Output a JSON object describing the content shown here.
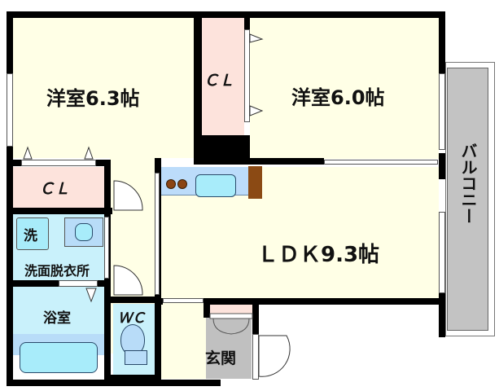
{
  "floorplan": {
    "rooms": {
      "western_room_1": {
        "label": "洋室6.3帖",
        "type": "Western-style room",
        "size_jo": 6.3
      },
      "western_room_2": {
        "label": "洋室6.0帖",
        "type": "Western-style room",
        "size_jo": 6.0
      },
      "closet_upper": {
        "label": "ＣＬ"
      },
      "closet_left": {
        "label": "ＣＬ"
      },
      "washroom": {
        "label": "洗面脱衣所"
      },
      "washing_machine": {
        "label": "洗"
      },
      "bathroom": {
        "label": "浴室"
      },
      "toilet": {
        "label": "ＷＣ"
      },
      "ldk": {
        "label": "ＬＤＫ9.3帖",
        "size_jo": 9.3
      },
      "entrance": {
        "label": "玄関"
      },
      "balcony": {
        "label": "バルコニー"
      }
    },
    "colors": {
      "room_fill": "#ffffe6",
      "closet_fill": "#fde3dc",
      "wet_area_fill": "#c9f1fb",
      "bath_fill": "#b8dcf8",
      "tub_fill": "#a8ecfa",
      "kitchen_counter": "#bcdcfa",
      "stove_burner": "#8b4513",
      "fridge": "#8b4a14",
      "entrance_floor": "#c0c0c0",
      "balcony_fill": "#c3c3c3",
      "wall": "#000000"
    }
  }
}
